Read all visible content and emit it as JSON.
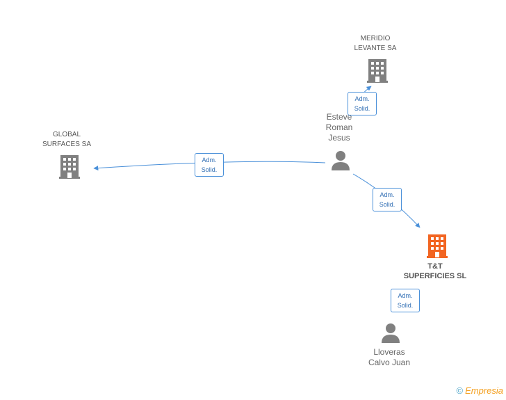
{
  "nodes": {
    "meridio": {
      "label": "MERIDIO\nLEVANTE SA"
    },
    "global": {
      "label": "GLOBAL\nSURFACES SA"
    },
    "tt": {
      "label": "T&T\nSUPERFICIES SL"
    },
    "esteve": {
      "label": "Esteve\nRoman\nJesus"
    },
    "lloveras": {
      "label": "Lloveras\nCalvo Juan"
    }
  },
  "edges": {
    "esteve_meridio": {
      "label": "Adm.\nSolid."
    },
    "esteve_global": {
      "label": "Adm.\nSolid."
    },
    "esteve_tt": {
      "label": "Adm.\nSolid."
    },
    "lloveras_tt": {
      "label": "Adm.\nSolid."
    }
  },
  "colors": {
    "company": "#808080",
    "focus_company": "#f26522",
    "person": "#808080",
    "edge": "#4a90d9"
  },
  "footer": {
    "copyright_symbol": "©",
    "brand": "Empresia"
  }
}
